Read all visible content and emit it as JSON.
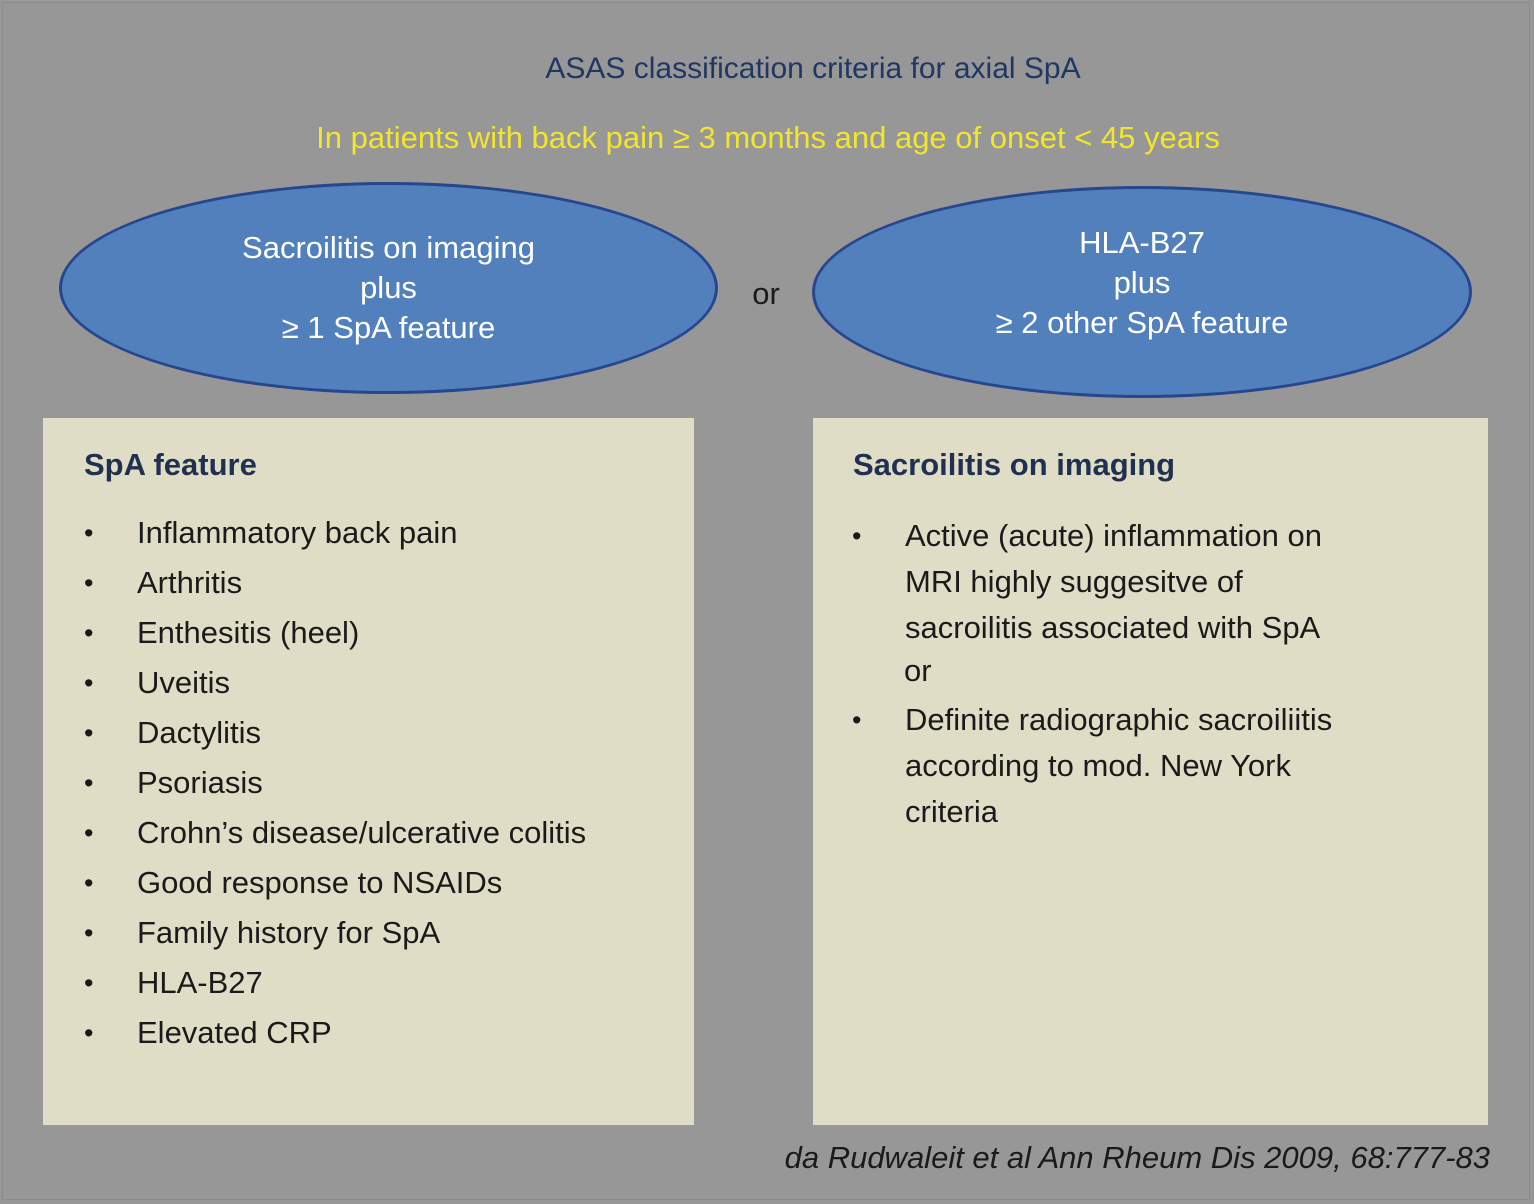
{
  "title": "ASAS classification criteria for axial SpA",
  "subtitle": "In patients with back pain ≥ 3 months and age of onset < 45 years",
  "left_criteria": {
    "line1": "Sacroilitis on imaging",
    "line2": "plus",
    "line3": "≥ 1 SpA feature"
  },
  "connector": "or",
  "right_criteria": {
    "line1": "HLA-B27",
    "line2": "plus",
    "line3": "≥  2 other SpA feature"
  },
  "spa_features": {
    "heading": "SpA feature",
    "bullet": "•",
    "items": [
      "Inflammatory back pain",
      "Arthritis",
      "Enthesitis (heel)",
      "Uveitis",
      "Dactylitis",
      "Psoriasis",
      "Crohn’s disease/ulcerative colitis",
      "Good response to NSAIDs",
      "Family history for SpA",
      "HLA-B27",
      "Elevated CRP"
    ]
  },
  "sacroilitis_imaging": {
    "heading": "Sacroilitis on imaging",
    "bullet": "•",
    "items": [
      "Active (acute) inflammation on MRI highly suggesitve of sacroilitis associated with SpA",
      "Definite radiographic sacroiliitis according to mod. New York criteria"
    ],
    "separator": "or"
  },
  "citation": "da Rudwaleit et al Ann Rheum Dis 2009, 68:777-83",
  "colors": {
    "background": "#979797",
    "title": "#1f3763",
    "subtitle": "#f2e52e",
    "ellipse_fill": "#5180bd",
    "ellipse_border": "#26468f",
    "box_fill": "#e0ddc6",
    "heading": "#1f3050"
  }
}
